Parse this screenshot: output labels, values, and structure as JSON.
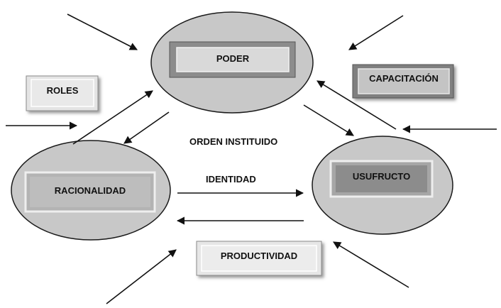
{
  "nodes": {
    "poder": "PODER",
    "racionalidad": "RACIONALIDAD",
    "usufructo": "USUFRUCTO"
  },
  "side_boxes": {
    "roles": "ROLES",
    "capacitacion": "CAPACITACIÓN",
    "productividad": "PRODUCTIVIDAD"
  },
  "center_labels": {
    "orden_instituido": "ORDEN INSTITUIDO",
    "identidad": "IDENTIDAD"
  },
  "colors": {
    "ellipse_fill": "#c8c8c8",
    "ellipse_stroke": "#1a1a1a",
    "box_light": "#e4e4e4",
    "box_mid": "#bdbdbd",
    "box_dark": "#8c8c8c",
    "arrow": "#111111"
  }
}
